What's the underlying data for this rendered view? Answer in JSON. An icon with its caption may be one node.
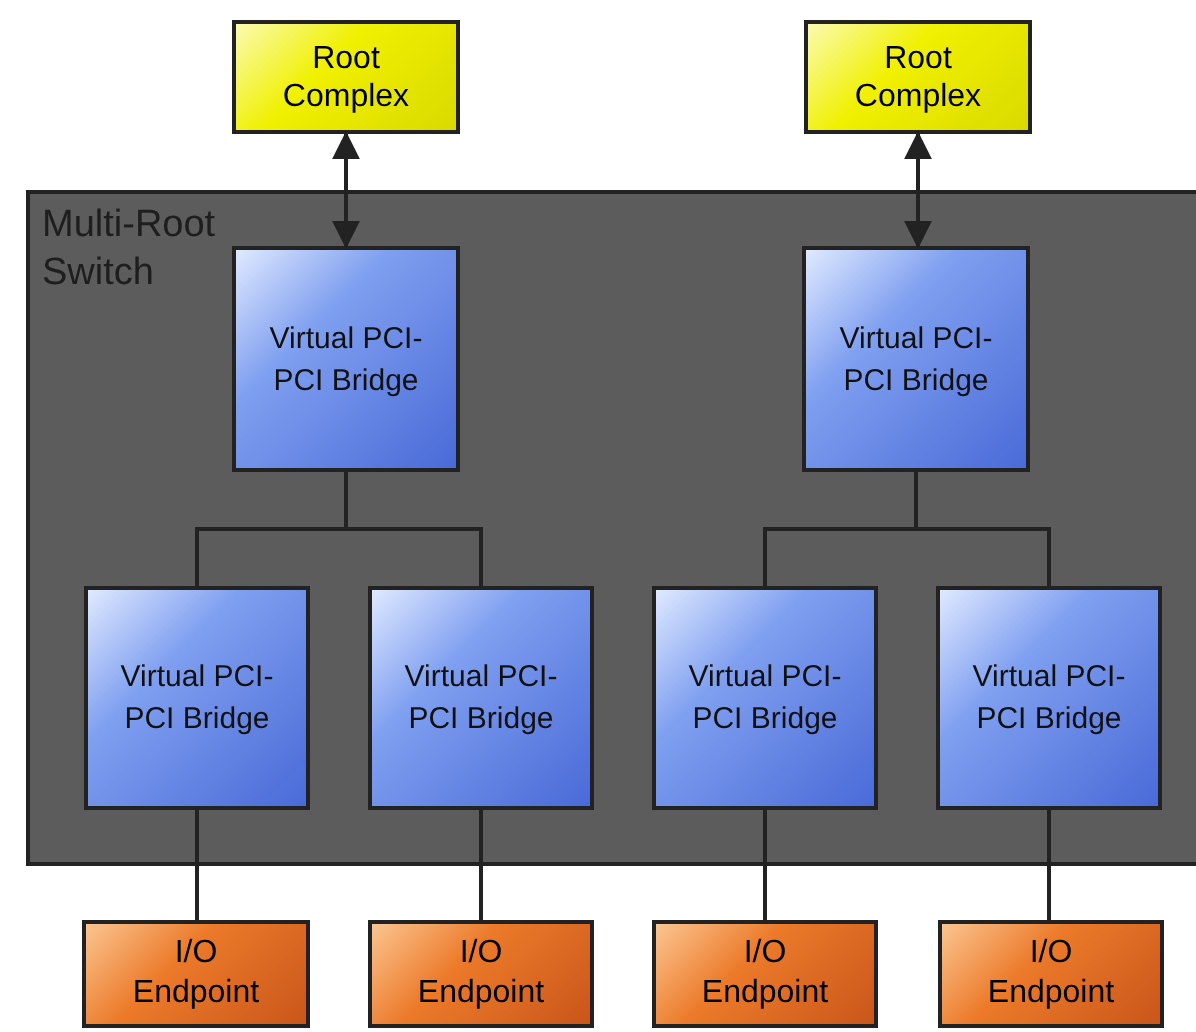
{
  "diagram": {
    "nodes": [
      {
        "text": [
          "Root Complex"
        ]
      },
      {
        "text": [
          "Root Complex"
        ]
      },
      {
        "text": [
          "Multi-Root Switch"
        ]
      },
      {
        "text": [
          "Virtual PCI-PCI Bridge"
        ],
        "in": 2
      },
      {
        "text": [
          "Virtual PCI-PCI Bridge"
        ],
        "in": 2
      },
      {
        "text": [
          "Virtual PCI-PCI Bridge"
        ],
        "in": 2
      },
      {
        "text": [
          "Virtual PCI-PCI Bridge"
        ],
        "in": 2
      },
      {
        "text": [
          "Virtual PCI-PCI Bridge"
        ],
        "in": 2
      },
      {
        "text": [
          "Virtual PCI-PCI Bridge"
        ],
        "in": 2
      },
      {
        "text": [
          "I/O Endpoint"
        ]
      },
      {
        "text": [
          "I/O Endpoint"
        ]
      },
      {
        "text": [
          "I/O Endpoint"
        ]
      },
      {
        "text": [
          "I/O Endpoint"
        ]
      }
    ],
    "edges": [
      {
        "from": 0,
        "to": 3,
        "arrow": "both"
      },
      {
        "from": 1,
        "to": 4,
        "arrow": "both"
      },
      {
        "from": 3,
        "to": 5,
        "arrow": "none"
      },
      {
        "from": 3,
        "to": 6,
        "arrow": "none"
      },
      {
        "from": 4,
        "to": 7,
        "arrow": "none"
      },
      {
        "from": 4,
        "to": 8,
        "arrow": "none"
      },
      {
        "from": 5,
        "to": 9,
        "arrow": "none"
      },
      {
        "from": 6,
        "to": 10,
        "arrow": "none"
      },
      {
        "from": 7,
        "to": 11,
        "arrow": "none"
      },
      {
        "from": 8,
        "to": 12,
        "arrow": "none"
      }
    ]
  }
}
